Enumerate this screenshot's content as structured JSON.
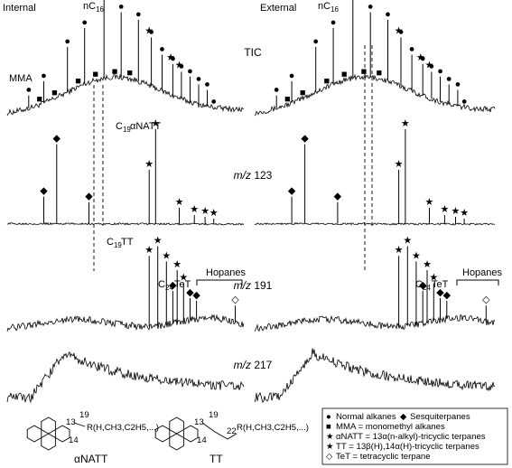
{
  "chart_data": {
    "type": "line",
    "figure": "chromatograms",
    "columns": [
      {
        "key": "internal",
        "label": "Internal"
      },
      {
        "key": "external",
        "label": "External"
      }
    ],
    "panels": [
      {
        "key": "tic",
        "label": "TIC",
        "annotations": [
          "MMA",
          "nC16"
        ],
        "peaks": {
          "internal": {
            "normal_alkanes": [
              0.1,
              0.17,
              0.28,
              0.36,
              0.45,
              0.53,
              0.61,
              0.67,
              0.72,
              0.77,
              0.81,
              0.85,
              0.89,
              0.93,
              0.96
            ],
            "monomethyl_alkanes": [
              0.15,
              0.22,
              0.33,
              0.41,
              0.5,
              0.57
            ],
            "tt": [
              0.66,
              0.76,
              0.8
            ]
          },
          "external": {
            "normal_alkanes": [
              0.1,
              0.17,
              0.28,
              0.36,
              0.45,
              0.53,
              0.61,
              0.67,
              0.72,
              0.77,
              0.81,
              0.85,
              0.89,
              0.93,
              0.96
            ],
            "monomethyl_alkanes": [
              0.15,
              0.22,
              0.33,
              0.41,
              0.5,
              0.57
            ],
            "tt": [
              0.66,
              0.76,
              0.8
            ]
          }
        }
      },
      {
        "key": "mz123",
        "label": "123",
        "label_prefix": "m/z",
        "annotations": [
          "C19αNATT"
        ],
        "peaks": {
          "internal": {
            "sesquiterpanes": [
              0.17,
              0.23,
              0.38
            ],
            "natt": [
              0.66,
              0.69,
              0.8,
              0.87,
              0.92,
              0.96
            ]
          },
          "external": {
            "sesquiterpanes": [
              0.17,
              0.23,
              0.38
            ],
            "natt": [
              0.66,
              0.69,
              0.8,
              0.87,
              0.92,
              0.96
            ]
          }
        }
      },
      {
        "key": "mz191",
        "label": "191",
        "label_prefix": "m/z",
        "annotations": [
          "C19TT",
          "C24TeT",
          "Hopanes"
        ],
        "peaks": {
          "internal": {
            "tt": [
              0.66,
              0.7,
              0.74,
              0.79,
              0.82
            ],
            "sesquiterpanes": [
              0.77,
              0.85,
              0.88
            ],
            "tet": [
              1.06
            ]
          },
          "external": {
            "tt": [
              0.66,
              0.7,
              0.74,
              0.79,
              0.82
            ],
            "sesquiterpanes": [
              0.77,
              0.85,
              0.88
            ],
            "tet": [
              1.06
            ]
          }
        }
      },
      {
        "key": "mz217",
        "label": "217",
        "label_prefix": "m/z",
        "annotations": [],
        "peaks": {}
      }
    ],
    "legend": [
      {
        "symbol": "●",
        "text": "Normal alkanes"
      },
      {
        "symbol": "◆",
        "text": "Sesquiterpanes"
      },
      {
        "symbol": "■",
        "text": "MMA = monomethyl alkanes"
      },
      {
        "symbol": "★",
        "text": "αNATT = 13α(n-alkyl)-tricyclic terpanes"
      },
      {
        "symbol": "★",
        "text": "TT = 13β(H),14α(H)-tricyclic terpanes"
      },
      {
        "symbol": "◇",
        "text": "TeT = tetracyclic terpane"
      }
    ],
    "structures": [
      {
        "name": "αNATT",
        "numbers": [
          "13",
          "19",
          "14"
        ],
        "side_chain": "R(H,CH3,C2H5,...)"
      },
      {
        "name": "TT",
        "numbers": [
          "13",
          "19",
          "22",
          "14"
        ],
        "side_chain": "R(H,CH3,C2H5,...)"
      }
    ],
    "colors": {
      "trace": "#000000",
      "background": "#ffffff"
    }
  }
}
